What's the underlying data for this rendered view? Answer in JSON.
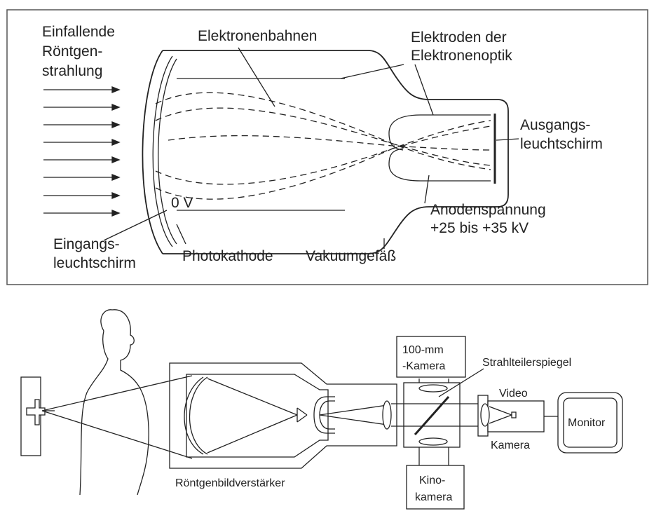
{
  "top_diagram": {
    "labels": {
      "incoming_radiation": [
        "Einfallende",
        "Röntgen-",
        "strahlung"
      ],
      "electron_paths": "Elektronenbahnen",
      "electrodes": [
        "Elektroden der",
        "Elektronenoptik"
      ],
      "output_screen": [
        "Ausgangs-",
        "leuchtschirm"
      ],
      "zero_volt": "0 V",
      "anode_voltage": [
        "Anodenspannung",
        "+25 bis +35 kV"
      ],
      "input_screen": [
        "Eingangs-",
        "leuchtschirm"
      ],
      "photocathode": "Photokathode",
      "vacuum_vessel": "Vakuumgefäß"
    }
  },
  "bottom_diagram": {
    "labels": {
      "camera_100mm": [
        "100-mm",
        "-Kamera"
      ],
      "beam_splitter": "Strahlteilerspiegel",
      "video": "Video",
      "camera": "Kamera",
      "monitor": "Monitor",
      "image_intensifier": "Röntgenbildverstärker",
      "cine_camera": [
        "Kino-",
        "kamera"
      ]
    }
  },
  "colors": {
    "ink": "#222222",
    "background": "#ffffff",
    "panel_border": "#555555"
  }
}
